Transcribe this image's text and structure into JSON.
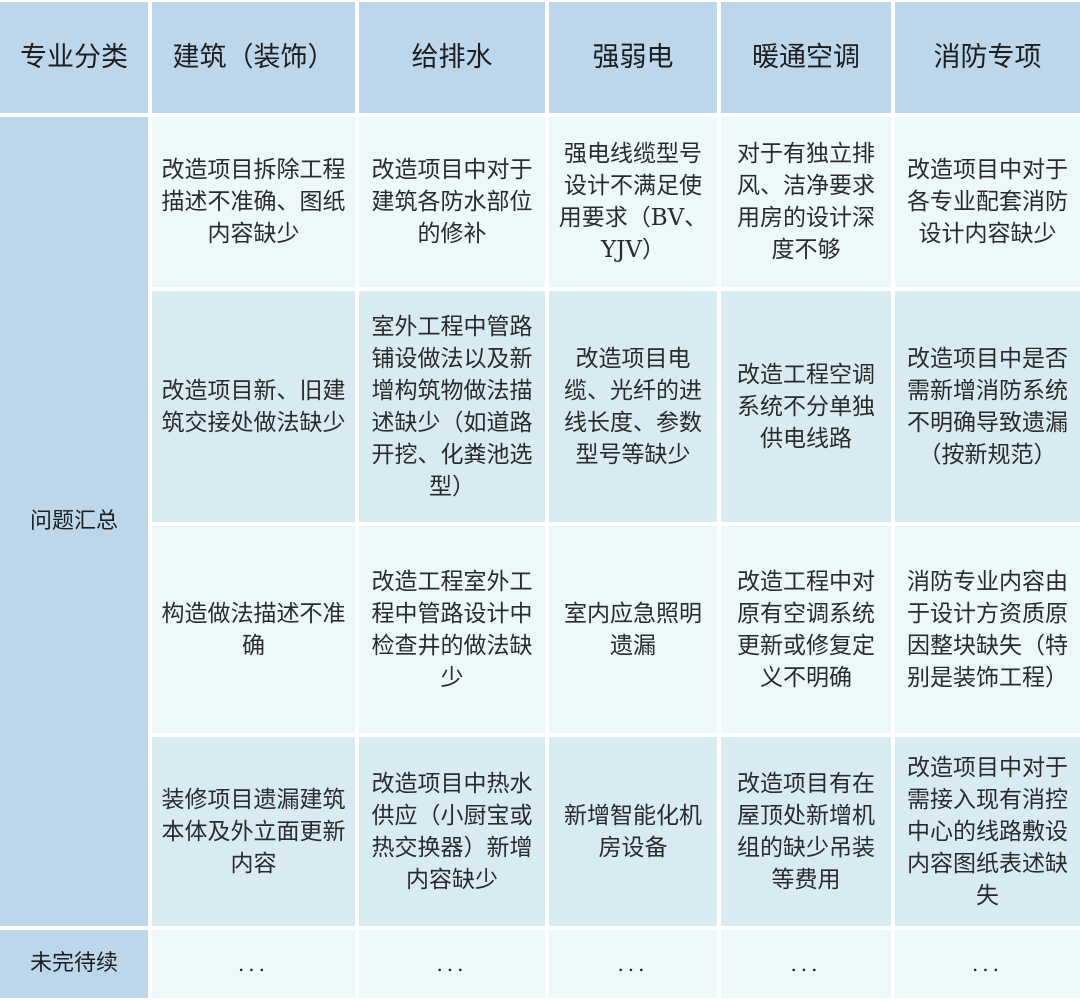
{
  "table": {
    "headers": [
      "专业分类",
      "建筑（装饰）",
      "给排水",
      "强弱电",
      "暖通空调",
      "消防专项"
    ],
    "section_label": "问题汇总",
    "rows": [
      [
        "改造项目拆除工程描述不准确、图纸内容缺少",
        "改造项目中对于建筑各防水部位的修补",
        "强电线缆型号设计不满足使用要求（BV、YJV）",
        "对于有独立排风、洁净要求用房的设计深度不够",
        "改造项目中对于各专业配套消防设计内容缺少"
      ],
      [
        "改造项目新、旧建筑交接处做法缺少",
        "室外工程中管路铺设做法以及新增构筑物做法描述缺少（如道路开挖、化粪池选型）",
        "改造项目电缆、光纤的进线长度、参数型号等缺少",
        "改造工程空调系统不分单独供电线路",
        "改造项目中是否需新增消防系统不明确导致遗漏（按新规范）"
      ],
      [
        "构造做法描述不准确",
        "改造工程室外工程中管路设计中检查井的做法缺少",
        "室内应急照明遗漏",
        "改造工程中对原有空调系统更新或修复定义不明确",
        "消防专业内容由于设计方资质原因整块缺失（特别是装饰工程）"
      ],
      [
        "装修项目遗漏建筑本体及外立面更新内容",
        "改造项目中热水供应（小厨宝或热交换器）新增内容缺少",
        "新增智能化机房设备",
        "改造项目有在屋顶处新增机组的缺少吊装等费用",
        "改造项目中对于需接入现有消控中心的线路敷设内容图纸表述缺失"
      ]
    ],
    "footer": {
      "label": "未完待续",
      "cells": [
        "...",
        "...",
        "...",
        "...",
        "..."
      ]
    }
  },
  "colors": {
    "header_bg": "#bcd7ec",
    "row_light_bg": "#edf8fb",
    "row_dark_bg": "#d8ebf3",
    "text": "#2b2b2b"
  }
}
